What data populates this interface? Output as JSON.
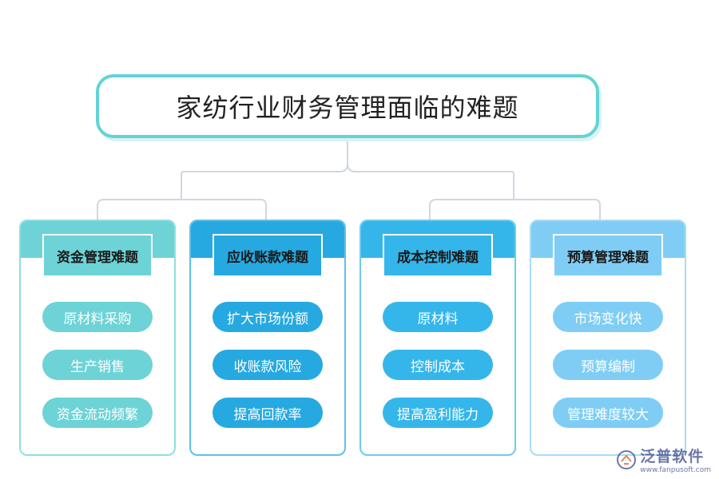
{
  "title": "家纺行业财务管理面临的难题",
  "columns": [
    {
      "header": "资金管理难题",
      "items": [
        "原材料采购",
        "生产销售",
        "资金流动频繁"
      ],
      "colors": {
        "band": "#6dd3d6",
        "border": "#8fdfe1",
        "header_bg": "#6dd3d6",
        "pill": "#6dd3d6"
      }
    },
    {
      "header": "应收账款难题",
      "items": [
        "扩大市场份额",
        "收账款风险",
        "提高回款率"
      ],
      "colors": {
        "band": "#26a9e0",
        "border": "#5ec0ea",
        "header_bg": "#26a9e0",
        "pill": "#26a9e0"
      }
    },
    {
      "header": "成本控制难题",
      "items": [
        "原材料",
        "控制成本",
        "提高盈利能力"
      ],
      "colors": {
        "band": "#35b6ea",
        "border": "#6ccbef",
        "header_bg": "#35b6ea",
        "pill": "#35b6ea"
      }
    },
    {
      "header": "预算管理难题",
      "items": [
        "市场变化快",
        "预算编制",
        "管理难度较大"
      ],
      "colors": {
        "band": "#7fcdf4",
        "border": "#a8dcf7",
        "header_bg": "#7fcdf4",
        "pill": "#7fcdf4"
      }
    }
  ],
  "watermark": {
    "name": "泛普软件",
    "url": "www.fanpusoft.com",
    "icon": "fanpu-logo-icon"
  },
  "colors": {
    "title_border": "#63d3d6",
    "connector": "#cfd8e0"
  }
}
